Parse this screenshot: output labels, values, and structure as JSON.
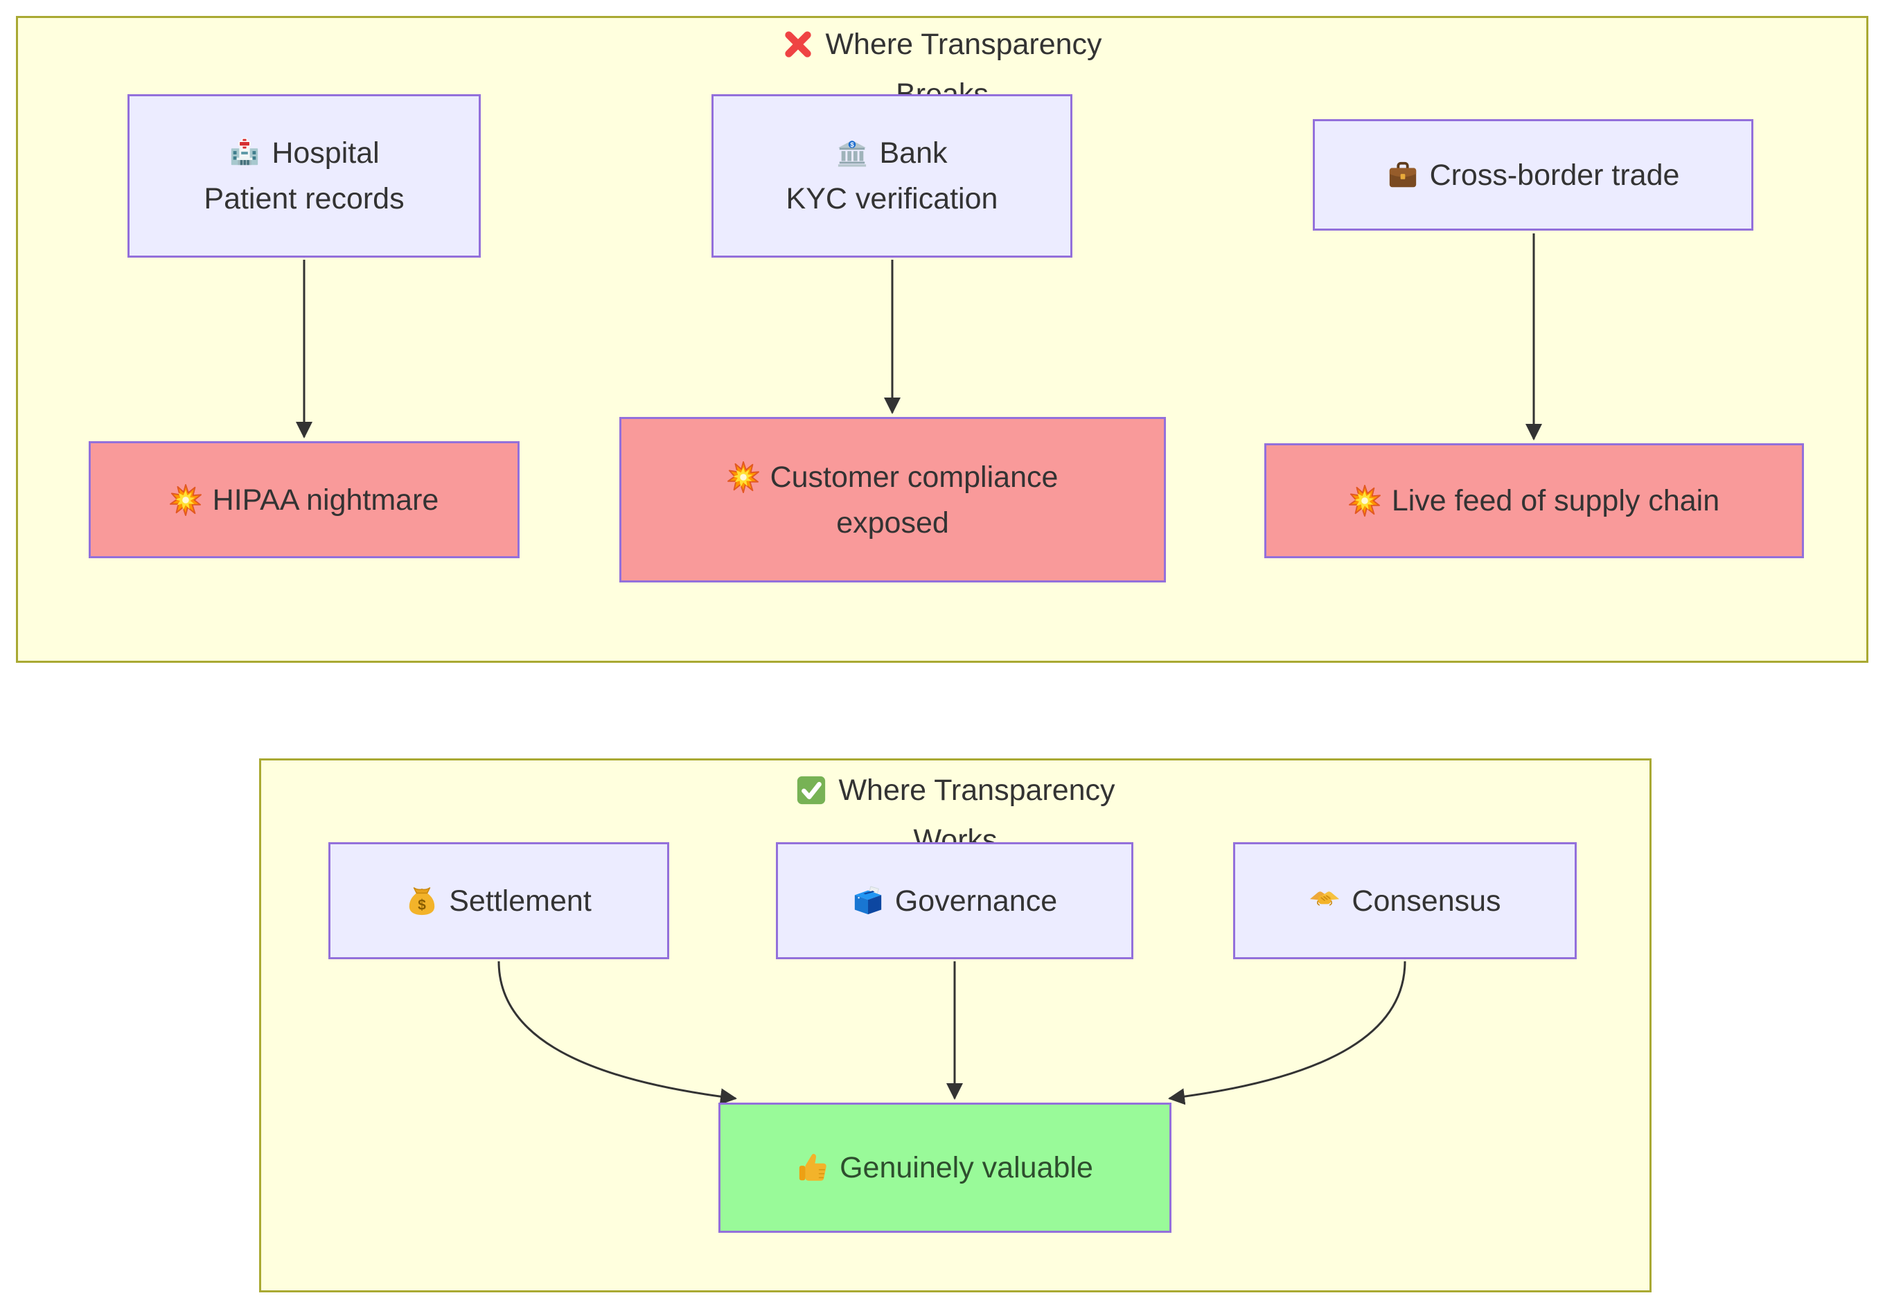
{
  "diagram_type": "flowchart",
  "colors": {
    "page_bg": "#ffffff",
    "cluster_fill": "#ffffde",
    "cluster_border": "#a9a933",
    "node_fill": "#ececff",
    "node_border": "#9370db",
    "bad_node_fill": "#f99a9a",
    "good_node_fill": "#99fa99",
    "good_node_text": "#2e4e2e",
    "edge_color": "#333333",
    "text_color": "#333333"
  },
  "sections": {
    "breaks": {
      "icon": "cross-mark-icon",
      "title": "Where Transparency Breaks",
      "title_line1": "Where Transparency",
      "title_line2": "Breaks",
      "sources": [
        {
          "id": "hospital",
          "icon": "hospital-icon",
          "line1": "Hospital",
          "line2": "Patient records"
        },
        {
          "id": "bank",
          "icon": "bank-icon",
          "line1": "Bank",
          "line2": "KYC verification"
        },
        {
          "id": "trade",
          "icon": "briefcase-icon",
          "line1": "Cross-border trade"
        }
      ],
      "outcomes": [
        {
          "id": "hipaa",
          "icon": "collision-icon",
          "line1": "HIPAA nightmare"
        },
        {
          "id": "compliance",
          "icon": "collision-icon",
          "line1": "Customer compliance",
          "line2": "exposed"
        },
        {
          "id": "supply",
          "icon": "collision-icon",
          "line1": "Live feed of supply chain"
        }
      ],
      "edges": [
        {
          "from": "hospital",
          "to": "hipaa"
        },
        {
          "from": "bank",
          "to": "compliance"
        },
        {
          "from": "trade",
          "to": "supply"
        }
      ]
    },
    "works": {
      "icon": "check-mark-icon",
      "title": "Where Transparency Works",
      "title_line1": "Where Transparency",
      "title_line2": "Works",
      "sources": [
        {
          "id": "settlement",
          "icon": "money-bag-icon",
          "line1": "Settlement"
        },
        {
          "id": "governance",
          "icon": "ballot-box-icon",
          "line1": "Governance"
        },
        {
          "id": "consensus",
          "icon": "handshake-icon",
          "line1": "Consensus"
        }
      ],
      "outcome": {
        "id": "valuable",
        "icon": "thumbs-up-icon",
        "line1": "Genuinely valuable"
      },
      "edges": [
        {
          "from": "settlement",
          "to": "valuable"
        },
        {
          "from": "governance",
          "to": "valuable"
        },
        {
          "from": "consensus",
          "to": "valuable"
        }
      ]
    }
  }
}
